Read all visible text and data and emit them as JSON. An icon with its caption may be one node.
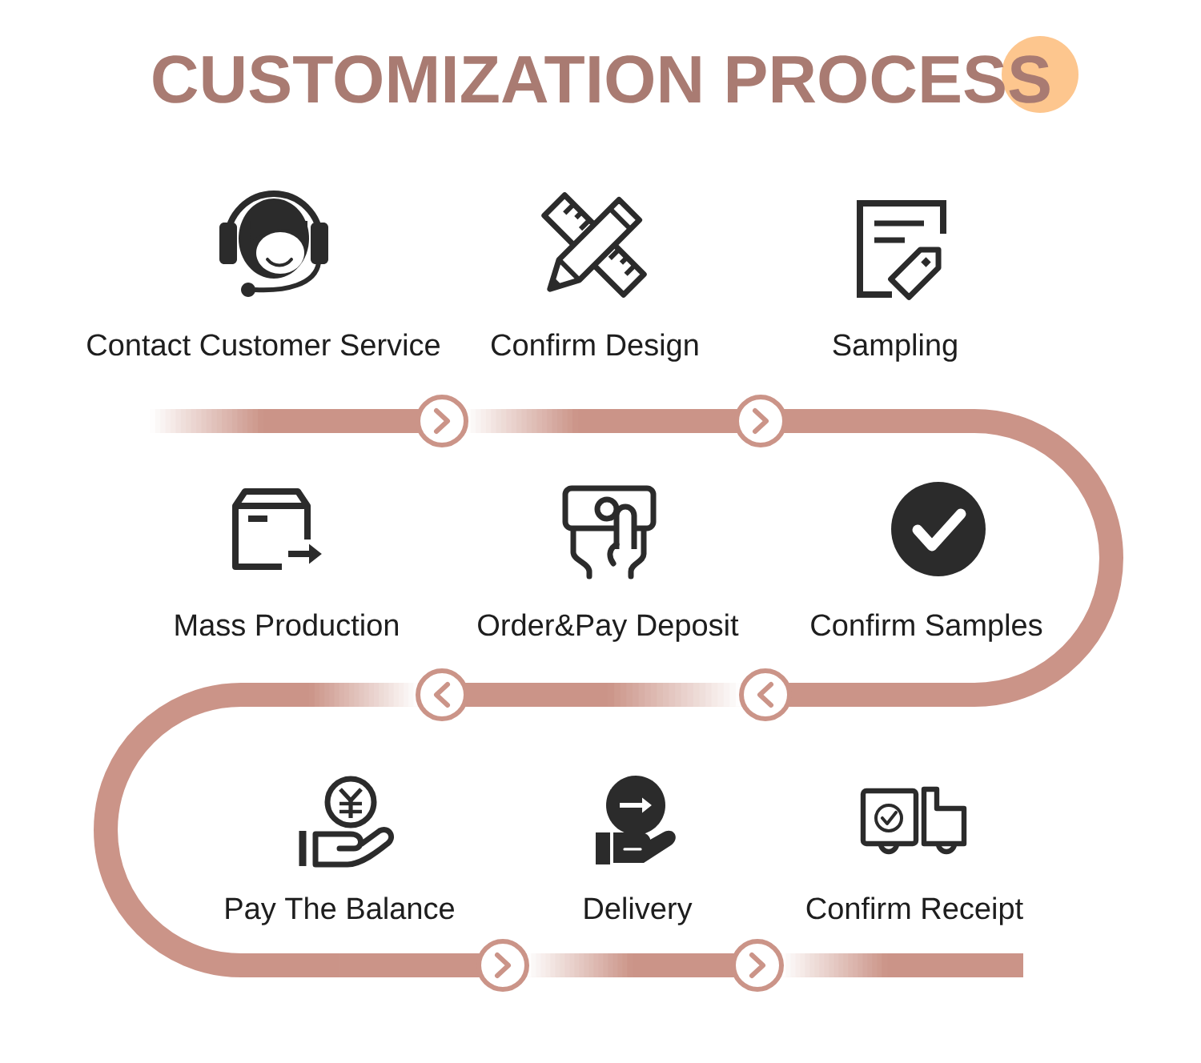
{
  "diagram": {
    "title": "CUSTOMIZATION PROCESS",
    "nodes": [
      {
        "text": [
          "Contact Customer Service"
        ]
      },
      {
        "text": [
          "Confirm Design"
        ]
      },
      {
        "text": [
          "Sampling"
        ]
      },
      {
        "text": [
          "Mass Production"
        ]
      },
      {
        "text": [
          "Order&Pay Deposit"
        ]
      },
      {
        "text": [
          "Confirm Samples"
        ]
      },
      {
        "text": [
          "Pay The Balance"
        ]
      },
      {
        "text": [
          "Delivery"
        ]
      },
      {
        "text": [
          "Confirm Receipt"
        ]
      }
    ],
    "edges": [
      {
        "from": 0,
        "to": 1,
        "arrow": "to"
      },
      {
        "from": 1,
        "to": 2,
        "arrow": "to"
      },
      {
        "from": 2,
        "to": 5,
        "arrow": "none"
      },
      {
        "from": 5,
        "to": 4,
        "arrow": "to"
      },
      {
        "from": 4,
        "to": 3,
        "arrow": "to"
      },
      {
        "from": 3,
        "to": 6,
        "arrow": "none"
      },
      {
        "from": 6,
        "to": 7,
        "arrow": "to"
      },
      {
        "from": 7,
        "to": 8,
        "arrow": "to"
      }
    ]
  }
}
